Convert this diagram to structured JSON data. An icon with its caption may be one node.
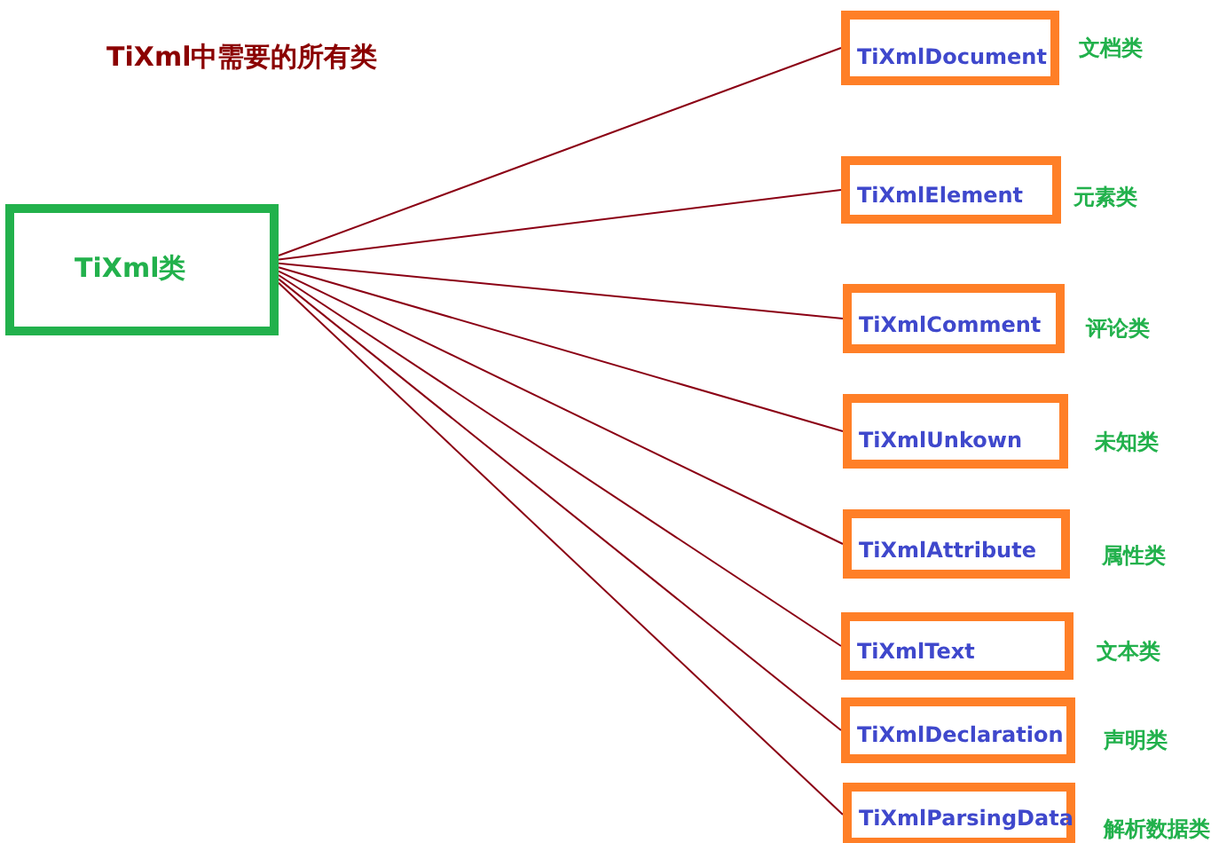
{
  "diagram": {
    "title": "TiXml中需要的所有类",
    "nodes": [
      {
        "text": [
          "TiXml类"
        ]
      },
      {
        "text": [
          "TiXmlDocument"
        ],
        "beside": [
          "文档类"
        ]
      },
      {
        "text": [
          "TiXmlElement"
        ],
        "beside": [
          "元素类"
        ]
      },
      {
        "text": [
          "TiXmlComment"
        ],
        "beside": [
          "评论类"
        ]
      },
      {
        "text": [
          "TiXmlUnkown"
        ],
        "beside": [
          "未知类"
        ]
      },
      {
        "text": [
          "TiXmlAttribute"
        ],
        "beside": [
          "属性类"
        ]
      },
      {
        "text": [
          "TiXmlText"
        ],
        "beside": [
          "文本类"
        ]
      },
      {
        "text": [
          "TiXmlDeclaration"
        ],
        "beside": [
          "声明类"
        ]
      },
      {
        "text": [
          "TiXmlParsingData"
        ],
        "beside": [
          "解析数据类"
        ]
      }
    ],
    "edges": [
      {
        "from": 0,
        "to": 1,
        "arrow": "none"
      },
      {
        "from": 0,
        "to": 2,
        "arrow": "none"
      },
      {
        "from": 0,
        "to": 3,
        "arrow": "none"
      },
      {
        "from": 0,
        "to": 4,
        "arrow": "none"
      },
      {
        "from": 0,
        "to": 5,
        "arrow": "none"
      },
      {
        "from": 0,
        "to": 6,
        "arrow": "none"
      },
      {
        "from": 0,
        "to": 7,
        "arrow": "none"
      },
      {
        "from": 0,
        "to": 8,
        "arrow": "none"
      }
    ]
  }
}
